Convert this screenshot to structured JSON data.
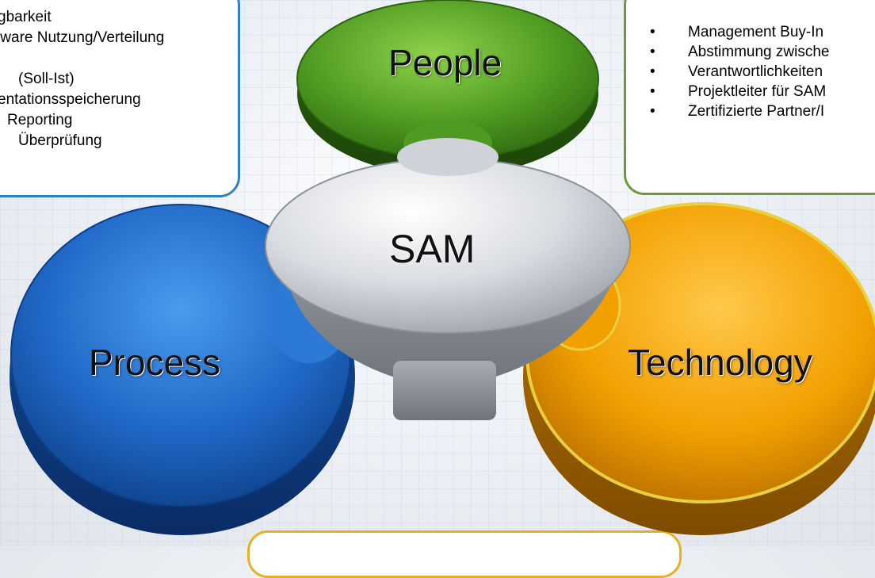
{
  "process_box": {
    "items": [
      "gbarkeit",
      "tware Nutzung/Verteilung",
      "",
      "(Soll-Ist)",
      "entationsspeicherung",
      "Reporting",
      "Überprüfung"
    ]
  },
  "people_box": {
    "items": [
      "Management Buy-In",
      "Abstimmung zwische",
      "Verantwortlichkeiten",
      "Projektleiter für SAM",
      "Zertifizierte Partner/I"
    ]
  },
  "pieces": {
    "people": "People",
    "sam": "SAM",
    "process": "Process",
    "technology": "Technology"
  },
  "colors": {
    "people": "#4f9a22",
    "process": "#1f66c4",
    "technology": "#f2a000",
    "sam": "#d9dce1",
    "process_border": "#2e82c4",
    "people_border": "#6a9a3a",
    "technology_border": "#e8b020"
  }
}
